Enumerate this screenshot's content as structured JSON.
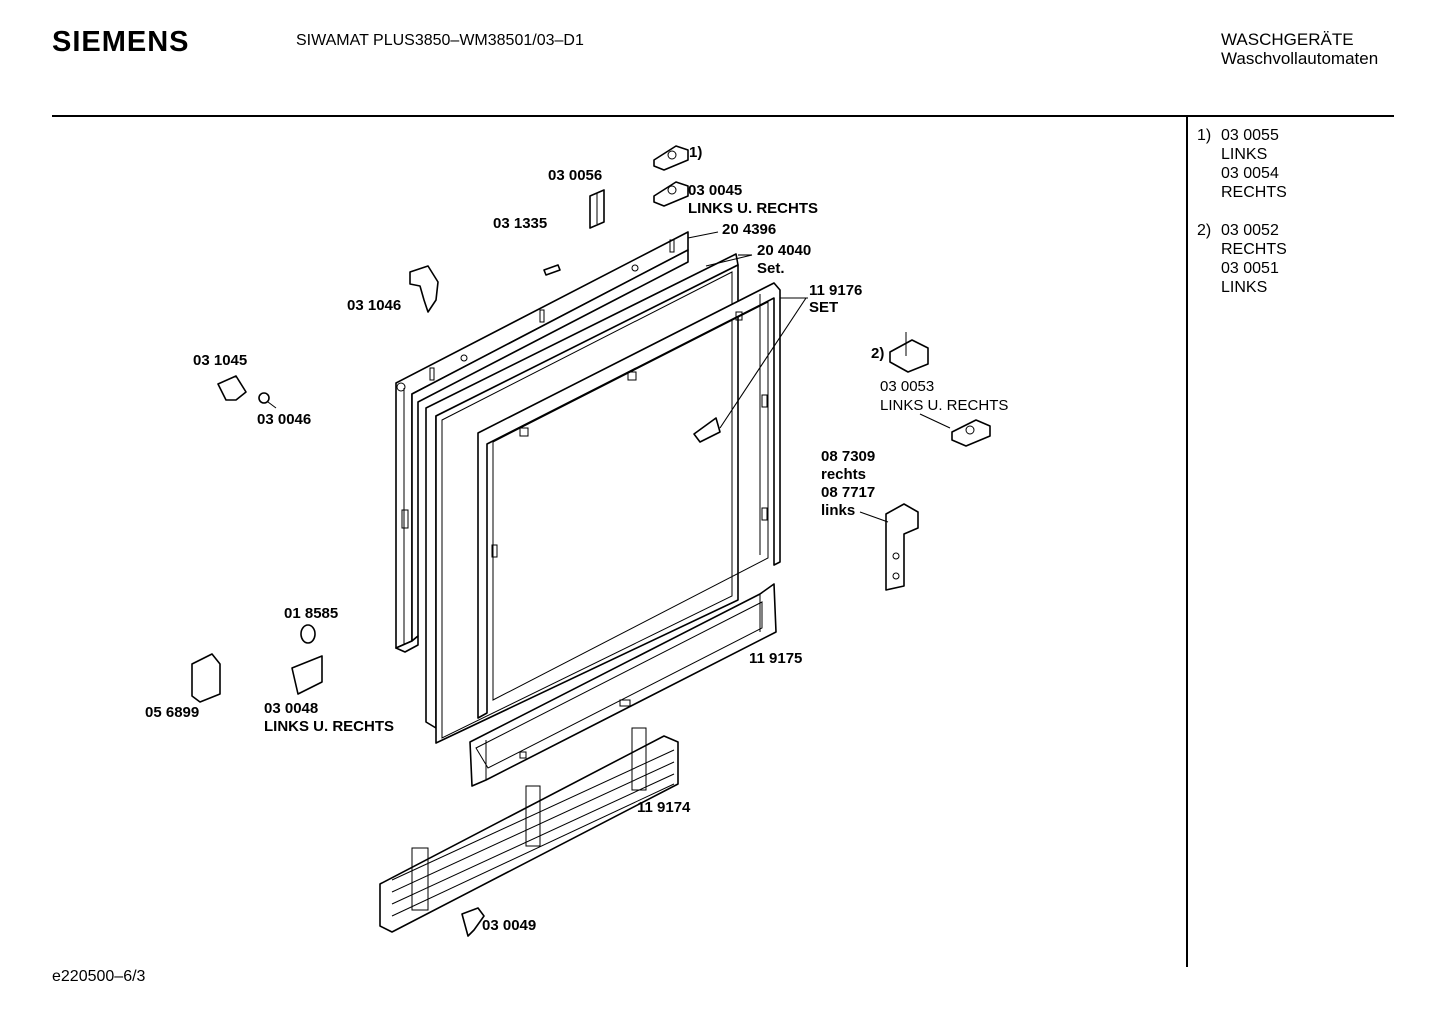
{
  "header": {
    "brand": "SIEMENS",
    "model": "SIWAMAT PLUS3850–WM38501/03–D1",
    "category_line1": "WASCHGERÄTE",
    "category_line2": "Waschvollautomaten"
  },
  "notes": [
    {
      "num": "1)",
      "lines": [
        "03 0055",
        "LINKS",
        "03 0054",
        "RECHTS"
      ]
    },
    {
      "num": "2)",
      "lines": [
        "03 0052",
        "RECHTS",
        "03 0051",
        "LINKS"
      ]
    }
  ],
  "labels": {
    "l_030055_ref": "1)",
    "l_030056": "03 0056",
    "l_030045": "03 0045",
    "l_030045_sub": "LINKS U. RECHTS",
    "l_031335": "03 1335",
    "l_204396": "20 4396",
    "l_204040": "20 4040",
    "l_204040_sub": "Set.",
    "l_031046": "03 1046",
    "l_119176": "11 9176",
    "l_119176_sub": "SET",
    "l_031045": "03 1045",
    "l_030046": "03 0046",
    "l_030053_ref": "2)",
    "l_030053": "03 0053",
    "l_030053_sub": "LINKS U. RECHTS",
    "l_087309": "08 7309",
    "l_087309_sub": "rechts",
    "l_087717": "08 7717",
    "l_087717_sub": "links",
    "l_018585": "01 8585",
    "l_119175": "11 9175",
    "l_056899": "05 6899",
    "l_030048": "03 0048",
    "l_030048_sub": "LINKS U. RECHTS",
    "l_119174": "11 9174",
    "l_030049": "03 0049"
  },
  "footer": {
    "code": "e220500–6/3"
  }
}
